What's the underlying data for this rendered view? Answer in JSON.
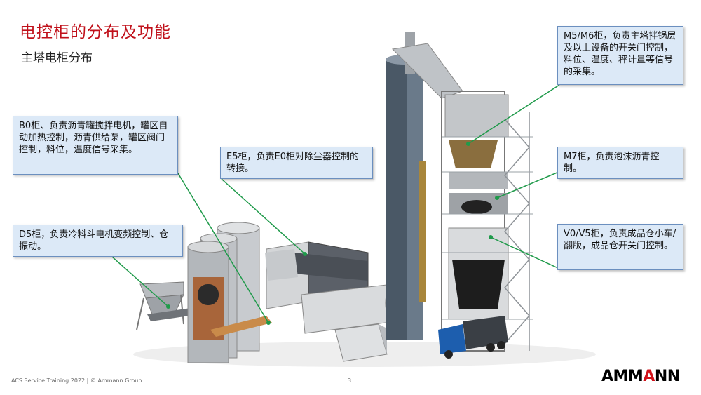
{
  "slide": {
    "title": "电控柜的分布及功能",
    "subtitle": "主塔电柜分布",
    "footer": "ACS Service Training 2022 | © Ammann Group",
    "page_number": "3",
    "logo": {
      "prefix": "AMM",
      "accent": "A",
      "suffix": "NN",
      "accent_color": "#d1121a"
    }
  },
  "callouts": {
    "b0": "B0柜、负责沥青罐搅拌电机，罐区自动加热控制，沥青供给泵，罐区阀门控制，料位，温度信号采集。",
    "d5": "D5柜，负责冷料斗电机变频控制、仓振动。",
    "e5": "E5柜，负责E0柜对除尘器控制的转接。",
    "m5": "M5/M6柜，负责主塔拌锅层及以上设备的开关门控制，料位、温度、秤计量等信号的采集。",
    "m7": "M7柜，负责泡沫沥青控制。",
    "v0": "V0/V5柜，负责成品仓小车/翻版，成品仓开关门控制。"
  },
  "colors": {
    "title": "#c0101a",
    "callout_fill": "#dce9f7",
    "callout_border": "#6b8fbf",
    "leader_line": "#1f9a4a"
  }
}
